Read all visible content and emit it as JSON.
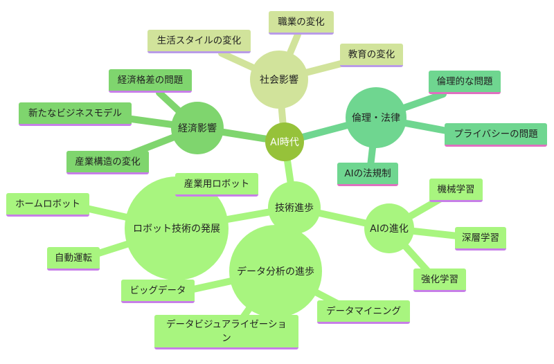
{
  "root": "AI時代",
  "social": {
    "label": "社会影響",
    "children": [
      "生活スタイルの変化",
      "職業の変化",
      "教育の変化"
    ]
  },
  "economy": {
    "label": "経済影響",
    "children": [
      "経済格差の問題",
      "新たなビジネスモデル",
      "産業構造の変化"
    ]
  },
  "ethics": {
    "label": "倫理・法律",
    "children": [
      "倫理的な問題",
      "プライバシーの問題",
      "AIの法規制"
    ]
  },
  "tech": {
    "label": "技術進歩",
    "ai": {
      "label": "AIの進化",
      "children": [
        "機械学習",
        "深層学習",
        "強化学習"
      ]
    },
    "robot": {
      "label": "ロボット技術の発展",
      "children": [
        "産業用ロボット",
        "ホームロボット",
        "自動運転"
      ]
    },
    "data": {
      "label": "データ分析の進歩",
      "children": [
        "ビッグデータ",
        "データマイニング",
        "データビジュアライゼーション"
      ]
    }
  },
  "colors": {
    "root": "#96c23a",
    "social": "#d1e39b",
    "economy": "#7fd56e",
    "ethics": "#6fd690",
    "tech": "#a8f57f"
  }
}
